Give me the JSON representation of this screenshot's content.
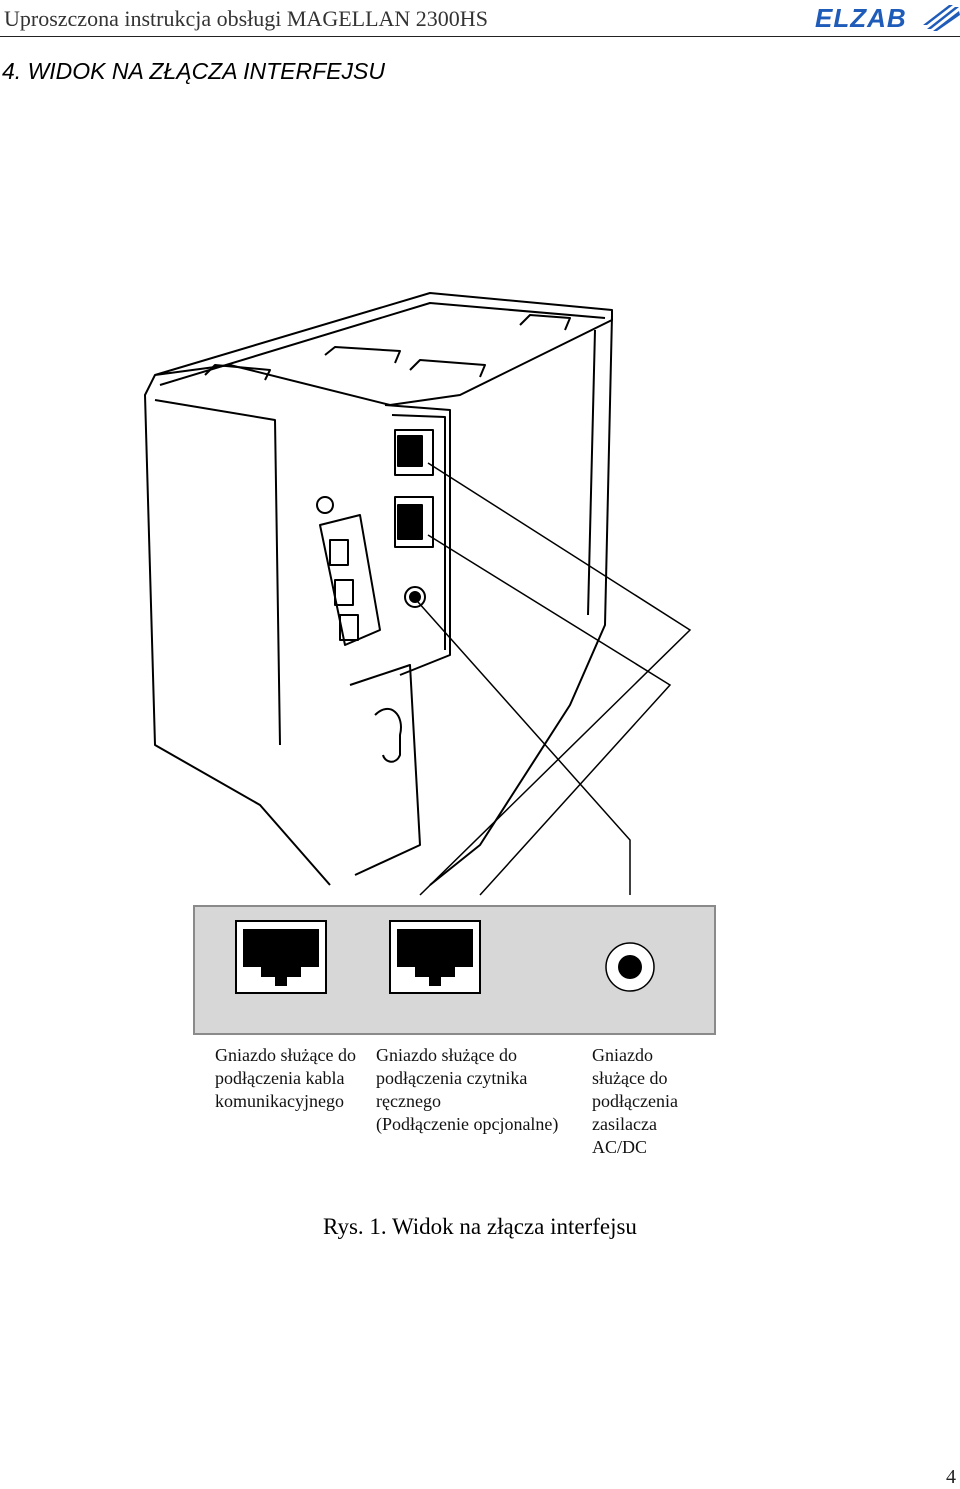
{
  "header": {
    "title": "Uproszczona instrukcja obsługi MAGELLAN 2300HS",
    "logo_text": "ELZAB"
  },
  "section": {
    "heading": "4. WIDOK NA ZŁĄCZA INTERFEJSU"
  },
  "labels": [
    {
      "lines": [
        "Gniazdo służące do",
        "podłączenia kabla",
        "komunikacyjnego"
      ]
    },
    {
      "lines": [
        "Gniazdo służące do",
        "podłączenia czytnika",
        "ręcznego",
        "(Podłączenie opcjonalne)"
      ]
    },
    {
      "lines": [
        "Gniazdo",
        "służące do",
        "podłączenia",
        "zasilacza",
        "AC/DC"
      ]
    }
  ],
  "caption": "Rys. 1. Widok na złącza interfejsu",
  "page_number": "4"
}
